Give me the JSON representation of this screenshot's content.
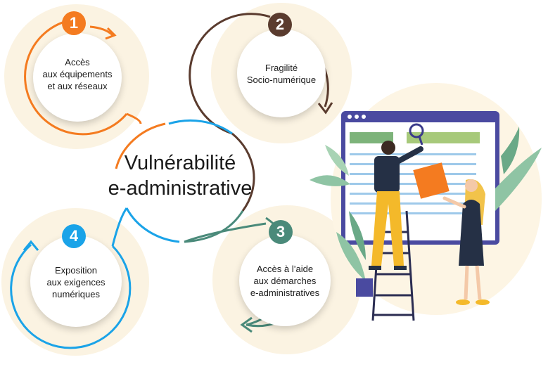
{
  "center": {
    "line1": "Vulnérabilité",
    "line2": "e-administrative"
  },
  "items": [
    {
      "number": "1",
      "text": "Accès\naux équipements\net aux réseaux",
      "color": "#f47b20"
    },
    {
      "number": "2",
      "text": "Fragilité\nSocio-numérique",
      "color": "#5a3b2e"
    },
    {
      "number": "3",
      "text": "Accès à l’aide\naux démarches\ne-administratives",
      "color": "#4a8a7a"
    },
    {
      "number": "4",
      "text": "Exposition\naux exigences\nnumériques",
      "color": "#1aa3e8"
    }
  ]
}
